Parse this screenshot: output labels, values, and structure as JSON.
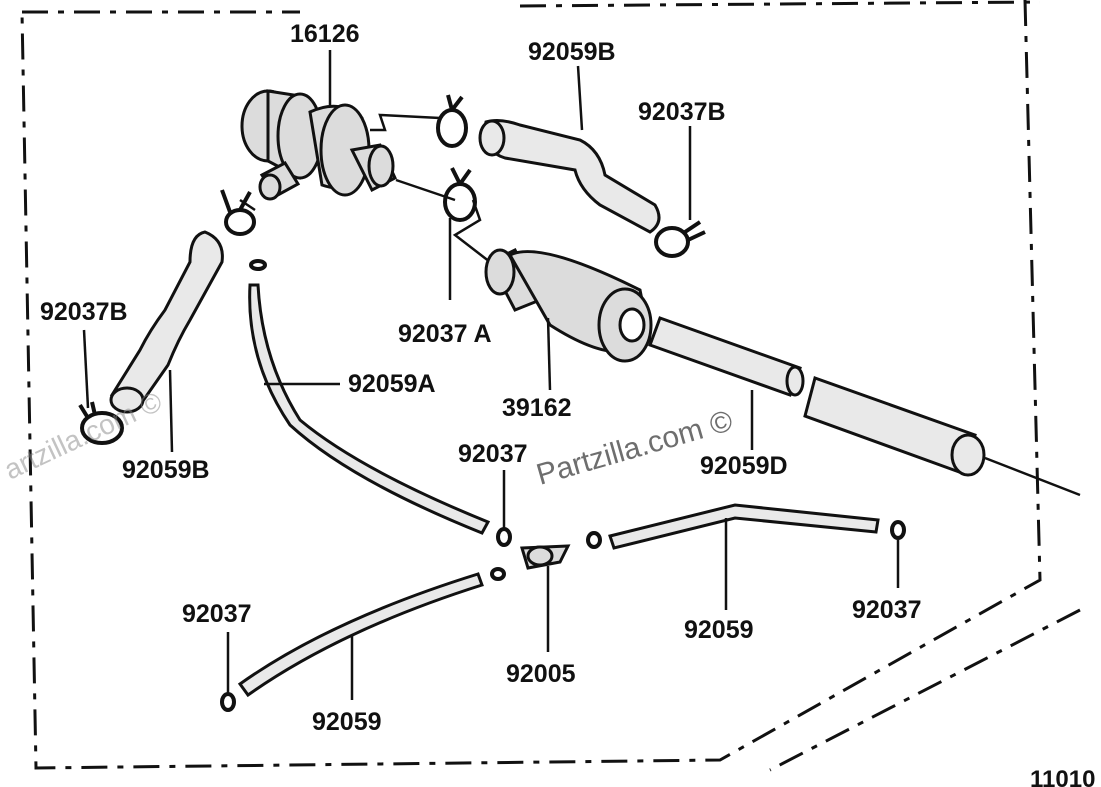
{
  "diagram": {
    "labels": {
      "p16126": "16126",
      "p92059B_top": "92059B",
      "p92037B_right": "92037B",
      "p92037B_left": "92037B",
      "p92037A": "92037 A",
      "p92059A": "92059A",
      "p39162": "39162",
      "p92059B_left": "92059B",
      "p92037_mid": "92037",
      "p92059D": "92059D",
      "p92037_left": "92037",
      "p92037_right": "92037",
      "p92059_right": "92059",
      "p92005": "92005",
      "p92059_bottom": "92059"
    },
    "watermark_main": "Partzilla.com ©",
    "watermark_faint": "artzilla.com ©",
    "figure_code": "11010"
  }
}
